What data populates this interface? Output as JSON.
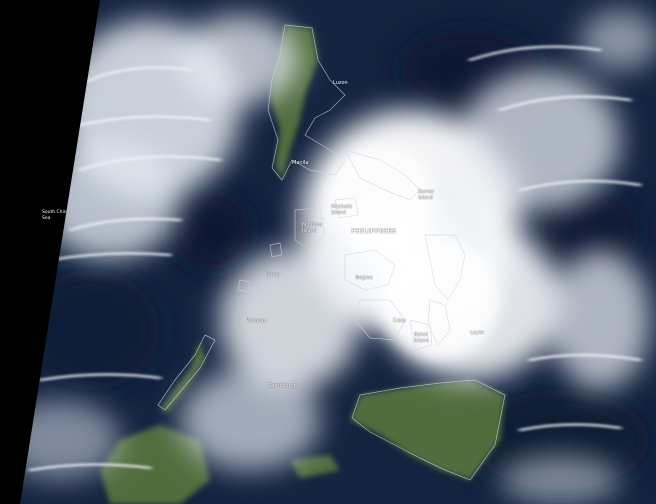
{
  "image": {
    "kind": "satellite-true-color",
    "colors": {
      "ocean": "#142340",
      "ocean_deep": "#0b1830",
      "cloud": "#ffffff",
      "cloud_shadow": "#b9c4d3",
      "land": "#5b7a3c",
      "coastline": "#cfd6e0",
      "swath_gap": "#000000"
    }
  },
  "labels": {
    "country": "PHILIPPINES",
    "sea": "South China\nSea",
    "places": [
      "Manila",
      "Mindoro\nIsland",
      "Samar\nIsland",
      "Masbate\nIsland",
      "Panay",
      "Negros",
      "Cebu",
      "Bohol\nIsland",
      "Leyte",
      "Palawan",
      "Zamboanga",
      "Luzon"
    ]
  }
}
